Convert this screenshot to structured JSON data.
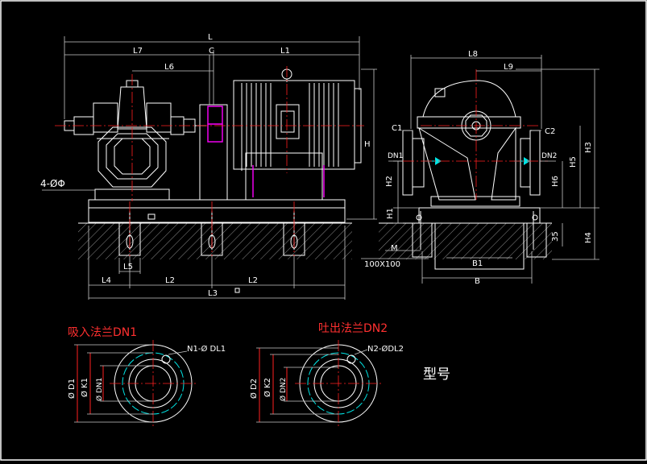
{
  "drawing": {
    "dims_front": {
      "L": "L",
      "L7": "L7",
      "C": "C",
      "L1": "L1",
      "L6": "L6",
      "H": "H",
      "L5": "L5",
      "L4": "L4",
      "L2a": "L2",
      "L2b": "L2",
      "L3": "L3",
      "bolt_spec": "4-ØΦ"
    },
    "dims_side": {
      "L8": "L8",
      "L9": "L9",
      "C1": "C1",
      "C2": "C2",
      "DN1": "DN1",
      "DN2": "DN2",
      "H2": "H2",
      "H1": "H1",
      "H3": "H3",
      "H5": "H5",
      "H6": "H6",
      "H4": "H4",
      "dim35": "35",
      "M": "M",
      "grout": "100X100",
      "B1": "B1",
      "B": "B"
    },
    "flange_suction": {
      "title": "吸入法兰DN1",
      "holes": "N1-Ø DL1",
      "D1": "Ø D1",
      "K1": "Ø K1",
      "DN1": "Ø DN1"
    },
    "flange_discharge": {
      "title": "吐出法兰DN2",
      "holes": "N2-ØDL2",
      "D2": "Ø D2",
      "K2": "Ø K2",
      "DN2": "Ø DN2"
    },
    "model_label": "型号",
    "colors": {
      "background": "#000000",
      "lines": "#ffffff",
      "centerline": "#ff2020",
      "coupling": "#ff00ff",
      "cyan": "#00e5e5",
      "title_red": "#ff3030"
    }
  }
}
